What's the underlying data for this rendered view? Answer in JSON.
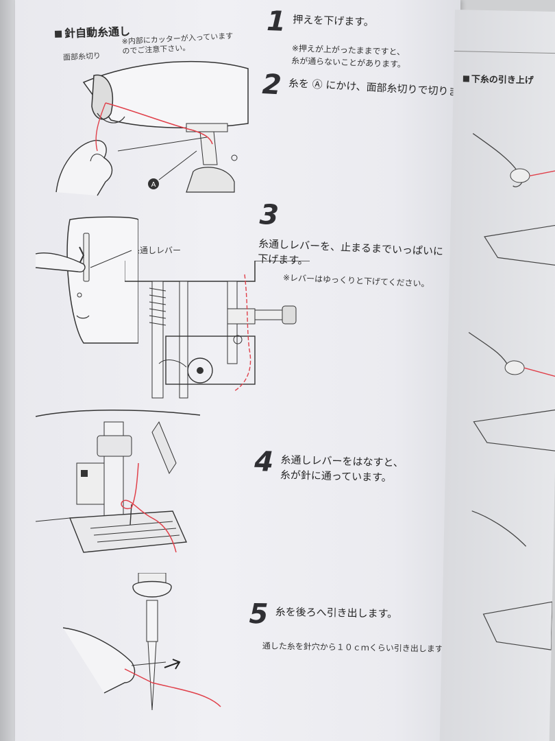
{
  "section": {
    "title": "針自動糸通し"
  },
  "labels": {
    "face_cutter": "面部糸切り",
    "caution": "※内部にカッターが入っています\nのでご注意下さい。",
    "lever": "糸通しレバー",
    "point_a": "A"
  },
  "steps": [
    {
      "num": "1",
      "text": "押えを下げます。",
      "note": "※押えが上がったままですと、\n糸が通らないことがあります。"
    },
    {
      "num": "2",
      "text": "糸を Ⓐ にかけ、面部糸切りで切ります。",
      "note": ""
    },
    {
      "num": "3",
      "text": "糸通しレバーを、止まるまでいっぱいに\n下げます。",
      "note": "※レバーはゆっくりと下げてください。"
    },
    {
      "num": "4",
      "text": "糸通しレバーをはなすと、\n糸が針に通っています。",
      "note": ""
    },
    {
      "num": "5",
      "text": "糸を後ろへ引き出します。",
      "note": "通した糸を針穴から１０ｃｍくらい引き出します。"
    }
  ],
  "right_page": {
    "title": "下糸の引き上げ"
  },
  "colors": {
    "thread": "#e0404a",
    "ink": "#2a2a2a",
    "paper": "#eeeef2"
  }
}
